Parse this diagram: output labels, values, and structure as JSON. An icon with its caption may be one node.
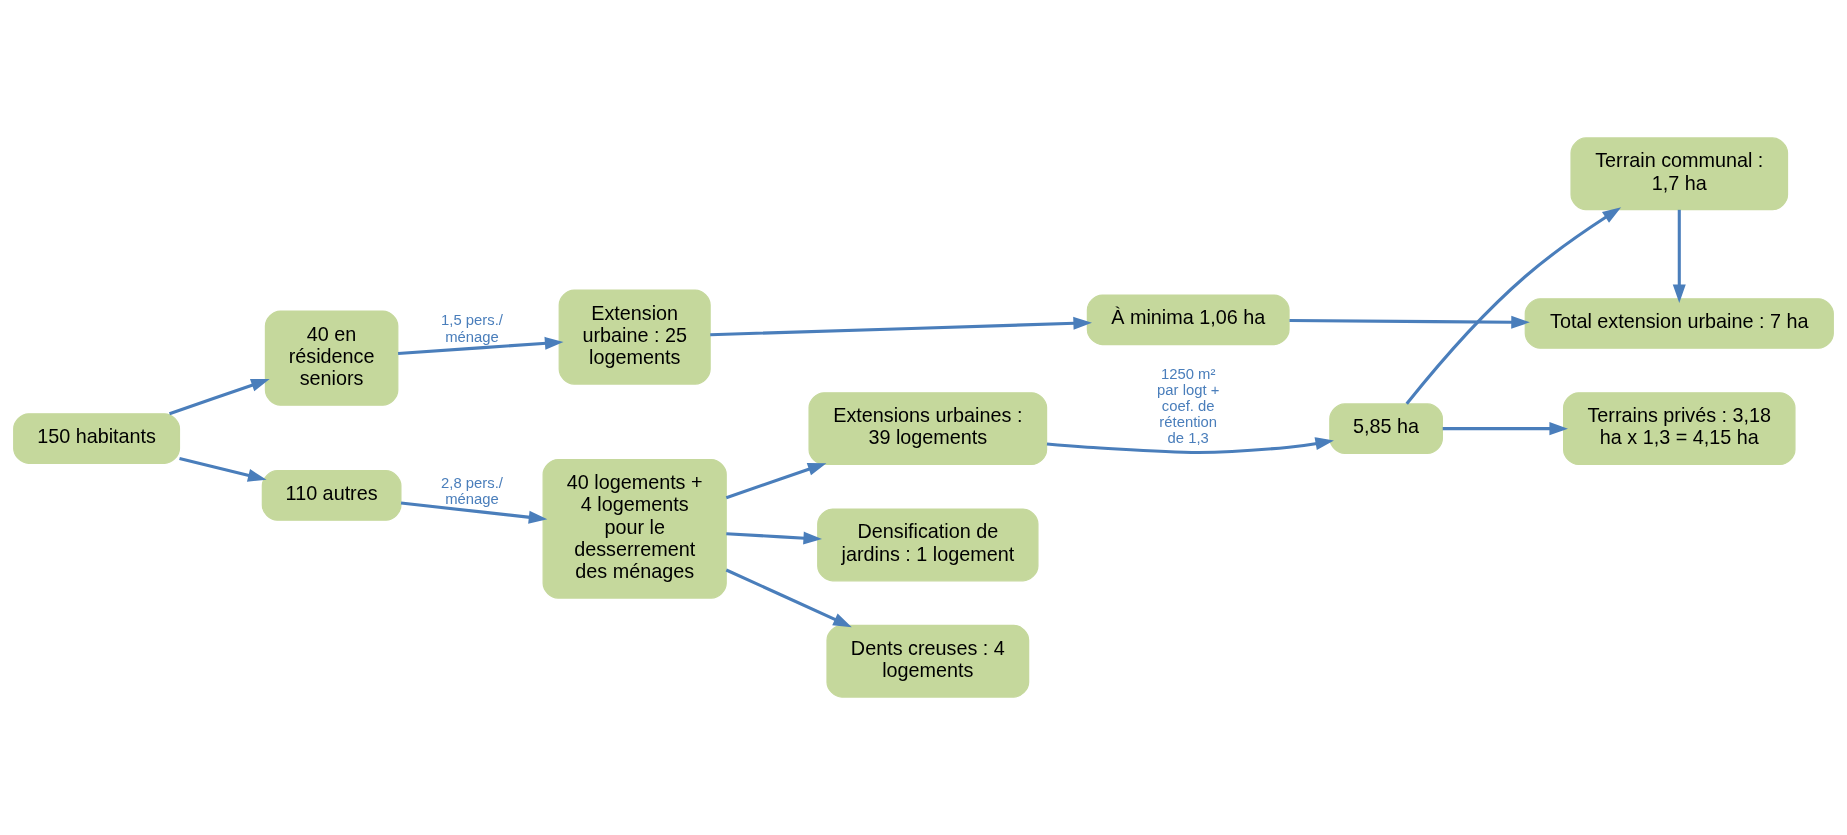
{
  "diagram": {
    "nodes": [
      {
        "text": [
          "150 habitants"
        ]
      },
      {
        "text": [
          "40 en résidence seniors"
        ]
      },
      {
        "text": [
          "110 autres"
        ]
      },
      {
        "text": [
          "Extension urbaine : 25 logements"
        ]
      },
      {
        "text": [
          "40 logements + 4 logements pour le desserrement des ménages"
        ]
      },
      {
        "text": [
          "À minima 1,06 ha"
        ]
      },
      {
        "text": [
          "Total extension urbaine : 7 ha"
        ]
      },
      {
        "text": [
          "Densification de jardins : 1 logement"
        ]
      },
      {
        "text": [
          "Dents creuses : 4 logements"
        ]
      },
      {
        "text": [
          "Extensions urbaines : 39 logements"
        ]
      },
      {
        "text": [
          "5,85 ha"
        ]
      },
      {
        "text": [
          "Terrain communal : 1,7 ha"
        ]
      },
      {
        "text": [
          "Terrains privés : 3,18 ha x 1,3 = 4,15 ha"
        ]
      }
    ],
    "edges": [
      {
        "from": 0,
        "to": 1,
        "arrow": "to"
      },
      {
        "from": 0,
        "to": 2,
        "arrow": "to"
      },
      {
        "from": 1,
        "to": 3,
        "arrow": "to",
        "label": "1,5 pers./ ménage"
      },
      {
        "from": 2,
        "to": 4,
        "arrow": "to",
        "label": "2,8 pers./ ménage"
      },
      {
        "from": 3,
        "to": 5,
        "arrow": "to"
      },
      {
        "from": 5,
        "to": 6,
        "arrow": "to"
      },
      {
        "from": 4,
        "to": 7,
        "arrow": "to"
      },
      {
        "from": 4,
        "to": 8,
        "arrow": "to"
      },
      {
        "from": 4,
        "to": 9,
        "arrow": "to"
      },
      {
        "from": 9,
        "to": 10,
        "arrow": "to",
        "label": "1250 m² par logt + coef. de rétention de 1,3"
      },
      {
        "from": 10,
        "to": 11,
        "arrow": "to"
      },
      {
        "from": 10,
        "to": 12,
        "arrow": "to"
      },
      {
        "from": 11,
        "to": 6,
        "arrow": "to"
      }
    ]
  }
}
